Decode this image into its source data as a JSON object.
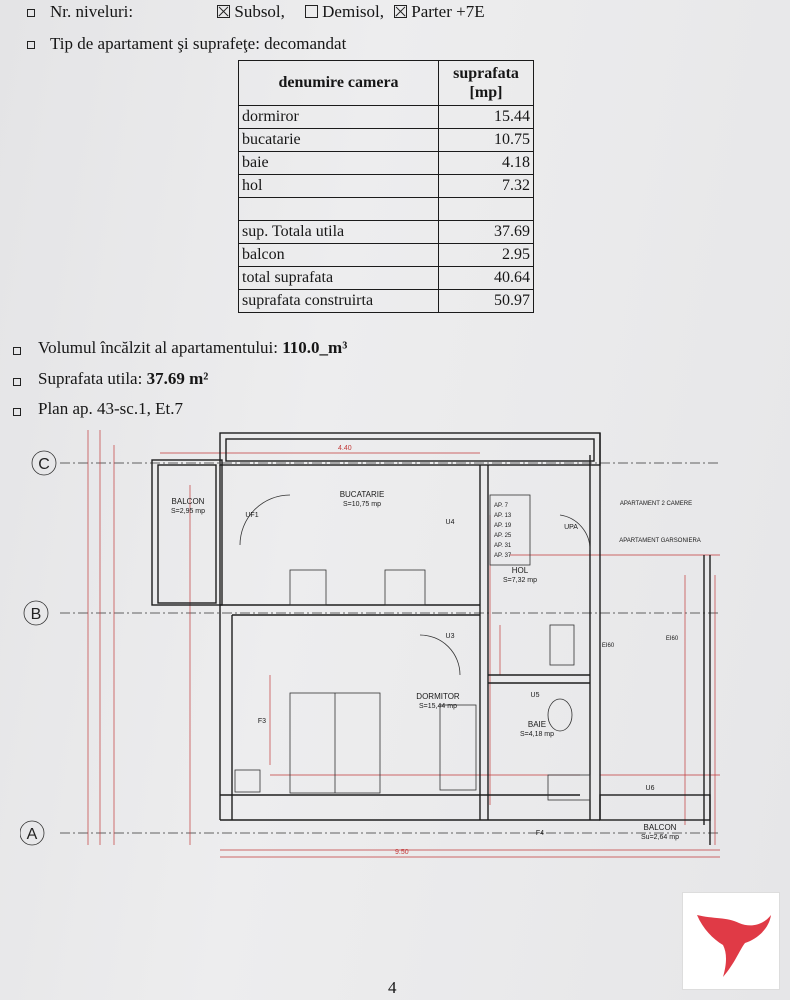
{
  "header": {
    "levels_label": "Nr. niveluri:",
    "opt_subsol": "Subsol,",
    "opt_demisol": "Demisol,",
    "opt_parter": "Parter +7E",
    "apt_type": "Tip de apartament şi suprafeţe: decomandat"
  },
  "table": {
    "col1": "denumire camera",
    "col2_line1": "suprafata",
    "col2_line2": "[mp]",
    "rows": [
      {
        "name": "dormiror",
        "value": "15.44"
      },
      {
        "name": "bucatarie",
        "value": "10.75"
      },
      {
        "name": "baie",
        "value": "4.18"
      },
      {
        "name": "hol",
        "value": "7.32"
      }
    ],
    "totals": [
      {
        "name": "sup.  Totala utila",
        "value": "37.69"
      },
      {
        "name": "balcon",
        "value": "2.95"
      },
      {
        "name": "total suprafata",
        "value": "40.64"
      },
      {
        "name": "suprafata construirta",
        "value": "50.97"
      }
    ]
  },
  "info": {
    "volume_label": "Volumul încălzit al apartamentului:",
    "volume_value": "110.0_m³",
    "useful_label": "Suprafata utila:",
    "useful_value": "37.69 m²",
    "plan_label": "Plan ap. 43-sc.1, Et.7"
  },
  "plan": {
    "axis_c": "C",
    "axis_b": "B",
    "axis_a": "A",
    "balcon_left": "BALCON",
    "balcon_left_area": "S=2,95 mp",
    "bucatarie": "BUCATARIE",
    "bucatarie_area": "S=10,75 mp",
    "hol": "HOL",
    "hol_area": "S=7,32 mp",
    "dormitor": "DORMITOR",
    "dormitor_area": "S=15,44 mp",
    "baie": "BAIE",
    "baie_area": "S=4,18 mp",
    "balcon_right": "BALCON",
    "balcon_right_area": "Su=2,64 mp",
    "apt2": "APARTAMENT 2 CAMERE",
    "apt_garsoniera": "APARTAMENT GARSONIERA",
    "ap_list": [
      "AP. 7",
      "AP. 13",
      "AP. 19",
      "AP. 25",
      "AP. 31",
      "AP. 37"
    ],
    "dim_top": "4.40",
    "dim_bottom": "9.50",
    "uf1": "UF1",
    "u4": "U4",
    "u3": "U3",
    "u5": "U5",
    "u6": "U6",
    "f3": "F3",
    "f4": "F4",
    "upa": "UPA",
    "ei60": "EI60"
  },
  "footer": {
    "page": "4"
  },
  "colors": {
    "dim_red": "#c23a3a",
    "logo_red": "#e03a46"
  }
}
